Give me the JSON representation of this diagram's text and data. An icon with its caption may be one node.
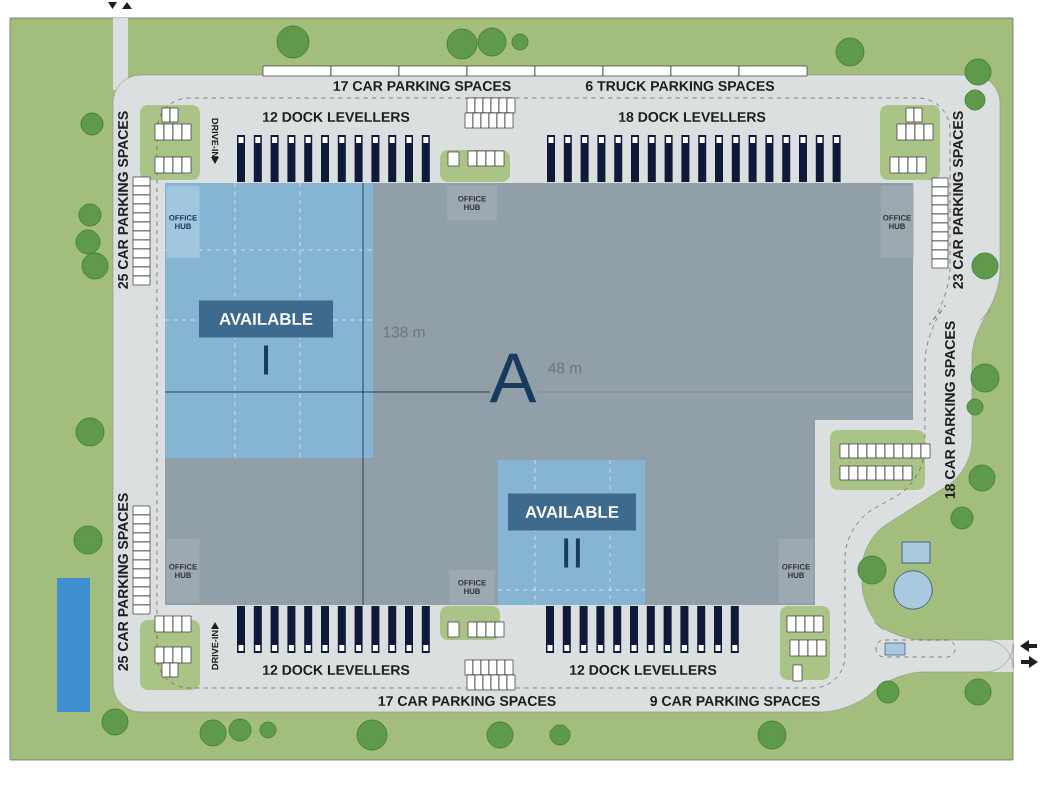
{
  "diagram": {
    "nodes": [
      {
        "text": [
          "A"
        ]
      },
      {
        "text": [
          "AVAILABLE",
          "I"
        ],
        "in": 0
      },
      {
        "text": [
          "OFFICE HUB"
        ],
        "in": 1
      },
      {
        "text": [
          "OFFICE HUB"
        ],
        "in": 0
      },
      {
        "text": [
          "OFFICE HUB"
        ],
        "in": 0
      },
      {
        "text": [
          "AVAILABLE",
          "II"
        ],
        "in": 0
      },
      {
        "text": [
          "OFFICE HUB"
        ],
        "in": 0
      },
      {
        "text": [
          "OFFICE HUB"
        ],
        "in": 0
      },
      {
        "text": [
          "OFFICE HUB"
        ],
        "in": 0
      }
    ],
    "labels": [
      "17 CAR PARKING SPACES",
      "6 TRUCK PARKING SPACES",
      "12 DOCK LEVELLERS",
      "18 DOCK LEVELLERS",
      "DRIVE-IN",
      "25 CAR PARKING SPACES",
      "23 CAR PARKING SPACES",
      "138 m",
      "48 m",
      "18 CAR PARKING SPACES",
      "25 CAR PARKING SPACES",
      "DRIVE-IN",
      "12 DOCK LEVELLERS",
      "12 DOCK LEVELLERS",
      "17 CAR PARKING SPACES",
      "9 CAR PARKING SPACES"
    ]
  }
}
